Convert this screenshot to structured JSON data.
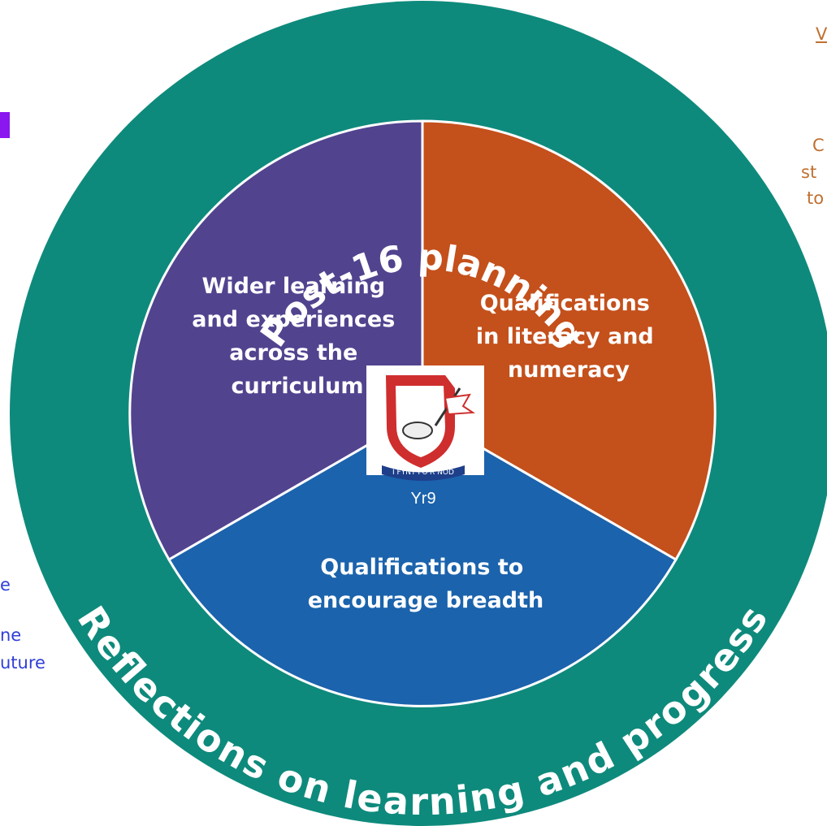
{
  "outer_ring": {
    "top_text": "Post-16 planning",
    "bottom_text": "Reflections on learning and progress"
  },
  "segments": [
    {
      "lines": [
        "Wider learning",
        "and experiences",
        "across the",
        "curriculum"
      ],
      "color": "#52438f"
    },
    {
      "lines": [
        "Qualifications",
        "in literacy and",
        "numeracy"
      ],
      "color": "#c4501b"
    },
    {
      "lines": [
        "Qualifications to",
        "encourage breadth"
      ],
      "color": "#1b63ac"
    }
  ],
  "center": {
    "badge_motto": "I FYNY FO'R NOD",
    "caption": "Yr9"
  },
  "colors": {
    "ring": "#0e8a7c",
    "background": "#ffffff",
    "left_fragment_text": "#2f3fd6",
    "right_fragment_text": "#c07030",
    "left_fragment_mark": "#8a16f0"
  },
  "left_fragments": [
    "e",
    "ne",
    "uture"
  ],
  "right_fragments": {
    "heading": "V",
    "lines": [
      "C",
      "st",
      "to"
    ]
  }
}
